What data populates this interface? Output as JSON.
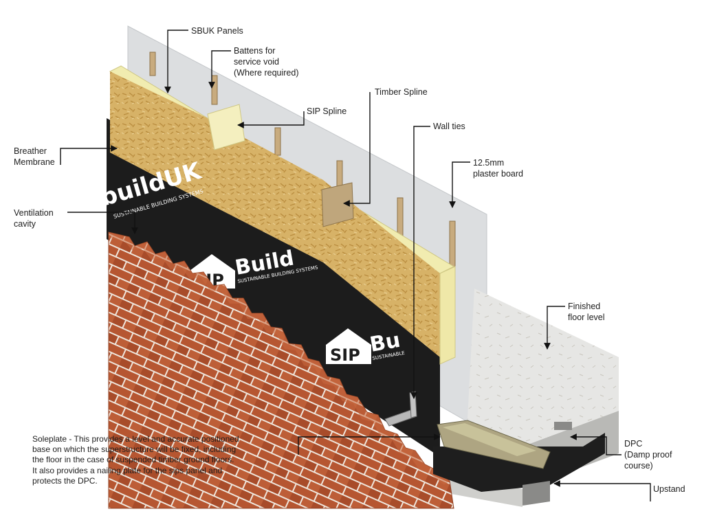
{
  "labels": {
    "sbuk_panels": "SBUK Panels",
    "battens": [
      "Battens for",
      "service void",
      "(Where required)"
    ],
    "sip_spline": "SIP Spline",
    "timber_spline": "Timber Spline",
    "wall_ties": "Wall ties",
    "breather_membrane": [
      "Breather",
      "Membrane"
    ],
    "ventilation_cavity": [
      "Ventilation",
      "cavity"
    ],
    "plaster_board": [
      "12.5mm",
      "plaster board"
    ],
    "finished_floor": [
      "Finished",
      "floor level"
    ],
    "dpc": [
      "DPC",
      "(Damp proof",
      "course)"
    ],
    "upstand": "Upstand"
  },
  "soleplate_note": [
    "Soleplate - This provides a level and accurate positioned",
    "base on which the superstructure will be fixed, including",
    "the floor in the case of suspended timber ground floors.",
    "It also provides a nailing plate for the sips panel and",
    "protects the DPC."
  ],
  "membrane_branding": {
    "logo_1": "buildUK",
    "logo_1_sub": "SUSTAINABLE BUILDING SYSTEMS",
    "logo_2_sip": "SIP",
    "logo_2_rest": "Build",
    "logo_2_sub": "SUSTAINABLE BUILDING SYSTEMS",
    "logo_3_sip": "SIP",
    "logo_3_rest": "Bu",
    "logo_3_sub": "SUSTAINABLE"
  },
  "colors": {
    "membrane": "#1c1c1c",
    "osb": "#d9b46a",
    "insulation": "#f1ecb0",
    "plaster": "#dcdee0",
    "brick": "#b4532e",
    "mortar": "#efe6dc",
    "timber": "#c8ab7e",
    "floor": "#e4e4e2",
    "leader": "#111111"
  }
}
